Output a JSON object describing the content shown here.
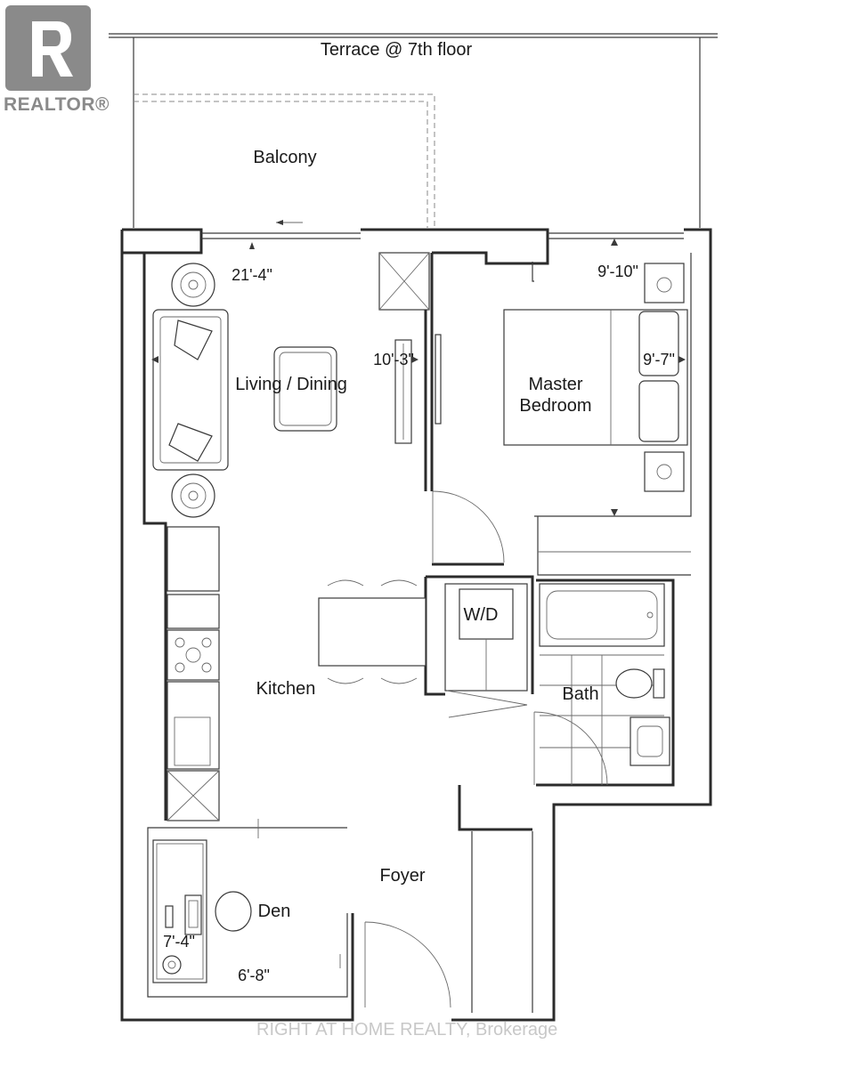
{
  "logo": {
    "text": "REALTOR®"
  },
  "rooms": {
    "terrace": "Terrace @ 7th floor",
    "balcony": "Balcony",
    "living": "Living / Dining",
    "master_line1": "Master",
    "master_line2": "Bedroom",
    "wd": "W/D",
    "bath": "Bath",
    "kitchen": "Kitchen",
    "foyer": "Foyer",
    "den": "Den"
  },
  "dimensions": {
    "living_width": "21'-4\"",
    "living_depth": "10'-3\"",
    "master_width": "9'-10\"",
    "master_depth": "9'-7\"",
    "den_depth": "7'-4\"",
    "den_width": "6'-8\""
  },
  "watermark": "RIGHT AT HOME REALTY, Brokerage"
}
